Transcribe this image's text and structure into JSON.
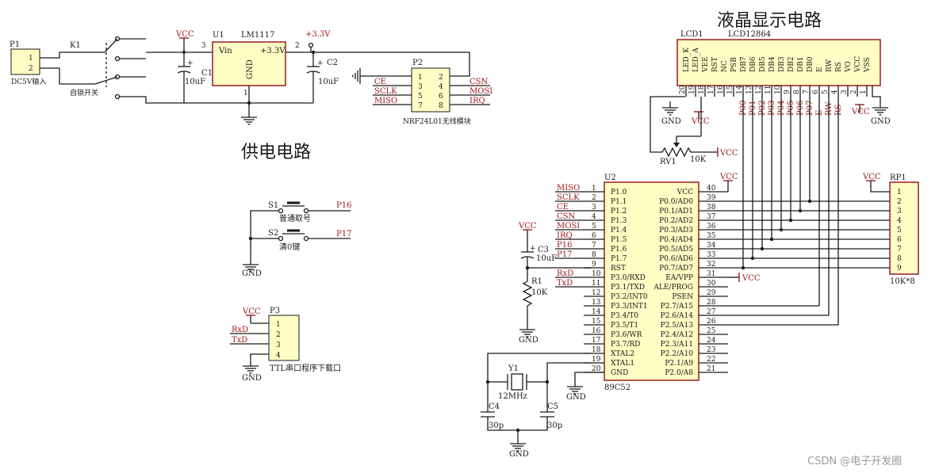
{
  "titles": {
    "power": "供电电路",
    "lcd": "液晶显示电路"
  },
  "power": {
    "p1_ref": "P1",
    "p1_pins": [
      "1",
      "2"
    ],
    "p1_label": "DC5V输入",
    "k1_ref": "K1",
    "k1_label": "自锁开关",
    "vcc": "VCC",
    "u1_ref": "U1",
    "u1_part": "LM1117",
    "u1_vin": "Vin",
    "u1_vout": "+3.3V",
    "u1_gnd": "GND",
    "u1_pin_in": "3",
    "u1_pin_out": "2",
    "u1_pin_gnd": "1",
    "rail_33": "+3.3V",
    "c1_ref": "C1",
    "c1_val": "10uF",
    "c2_ref": "C2",
    "c2_val": "10uF",
    "plus": "+"
  },
  "nrf": {
    "ref": "P2",
    "label": "NRF24L01无线模块",
    "left_nets": [
      "CE",
      "SCLK",
      "MISO"
    ],
    "right_nets": [
      "CSN",
      "MOSI",
      "IRQ"
    ],
    "left_pins": [
      "1",
      "3",
      "5",
      "7"
    ],
    "right_pins": [
      "2",
      "4",
      "6",
      "8"
    ]
  },
  "lcd": {
    "ref": "LCD1",
    "part": "LCD12864",
    "pins": [
      "LED_K",
      "LED_A",
      "VEE",
      "RST",
      "NC",
      "PSB",
      "DB7",
      "DB6",
      "DB5",
      "DB4",
      "DB3",
      "DB2",
      "DB1",
      "DB0",
      "E",
      "RW",
      "RS",
      "VO",
      "VCC",
      "VSS"
    ],
    "pin_numbers": [
      "20",
      "19",
      "18",
      "17",
      "16",
      "15",
      "14",
      "13",
      "12",
      "11",
      "10",
      "9",
      "8",
      "7",
      "6",
      "5",
      "4",
      "3",
      "2",
      "1"
    ],
    "net_labels": [
      "P00",
      "P01",
      "P02",
      "P03",
      "P04",
      "P05",
      "P06",
      "P07",
      "E",
      "RW",
      "RS"
    ],
    "gnd": "GND",
    "vcc": "VCC",
    "rv1_ref": "RV1",
    "rv1_val": "10K"
  },
  "switches": {
    "s1_ref": "S1",
    "s1_label": "普通取号",
    "s1_net": "P16",
    "s2_ref": "S2",
    "s2_label": "清0键",
    "s2_net": "P17",
    "gnd": "GND"
  },
  "p3": {
    "ref": "P3",
    "pins": [
      "1",
      "2",
      "3",
      "4"
    ],
    "nets": [
      "VCC",
      "RxD",
      "TxD"
    ],
    "gnd": "GND",
    "label": "TTL串口程序下载口"
  },
  "mcu": {
    "ref": "U2",
    "part": "89C52",
    "left_pins": [
      "P1.0",
      "P1.1",
      "P1.2",
      "P1.3",
      "P1.4",
      "P1.5",
      "P1.6",
      "P1.7",
      "RST",
      "P3.0/RXD",
      "P3.1/TXD",
      "P3.2/INT0",
      "P3.3/INT1",
      "P3.4/T0",
      "P3.5/T1",
      "P3.6/WR",
      "P3.7/RD",
      "XTAL2",
      "XTAL1",
      "GND"
    ],
    "left_nums": [
      "1",
      "2",
      "3",
      "4",
      "5",
      "6",
      "7",
      "8",
      "9",
      "10",
      "11",
      "12",
      "13",
      "14",
      "15",
      "16",
      "17",
      "18",
      "19",
      "20"
    ],
    "left_nets": [
      "MISO",
      "SCLK",
      "CE",
      "CSN",
      "MOSI",
      "IRQ",
      "P16",
      "P17",
      "",
      "RxD",
      "TxD"
    ],
    "right_pins": [
      "VCC",
      "P0.0/AD0",
      "P0.1/AD1",
      "P0.2/AD2",
      "P0.3/AD3",
      "P0.4/AD4",
      "P0.5/AD5",
      "P0.6/AD6",
      "P0.7/AD7",
      "EA/VPP",
      "ALE/PROG",
      "PSEN",
      "P2.7/A15",
      "P2.6/A14",
      "P2.5/A13",
      "P2.4/A12",
      "P2.3/A11",
      "P2.2/A10",
      "P2.1/A9",
      "P2.0/A8"
    ],
    "right_nums": [
      "40",
      "39",
      "38",
      "37",
      "36",
      "35",
      "34",
      "33",
      "32",
      "31",
      "30",
      "29",
      "28",
      "27",
      "26",
      "25",
      "24",
      "23",
      "22",
      "21"
    ],
    "vcc": "VCC",
    "gnd": "GND"
  },
  "reset": {
    "vcc": "VCC",
    "c3_ref": "C3",
    "c3_val": "10uF",
    "r1_ref": "R1",
    "r1_val": "10K",
    "gnd": "GND"
  },
  "crystal": {
    "y1_ref": "Y1",
    "y1_val": "12MHz",
    "c4_ref": "C4",
    "c4_val": "30p",
    "c5_ref": "C5",
    "c5_val": "30p",
    "gnd": "GND"
  },
  "rp1": {
    "ref": "RP1",
    "pins": [
      "1",
      "2",
      "3",
      "4",
      "5",
      "6",
      "7",
      "8",
      "9"
    ],
    "part": "10K*8",
    "vcc": "VCC"
  },
  "watermark": "CSDN @电子开发圈"
}
